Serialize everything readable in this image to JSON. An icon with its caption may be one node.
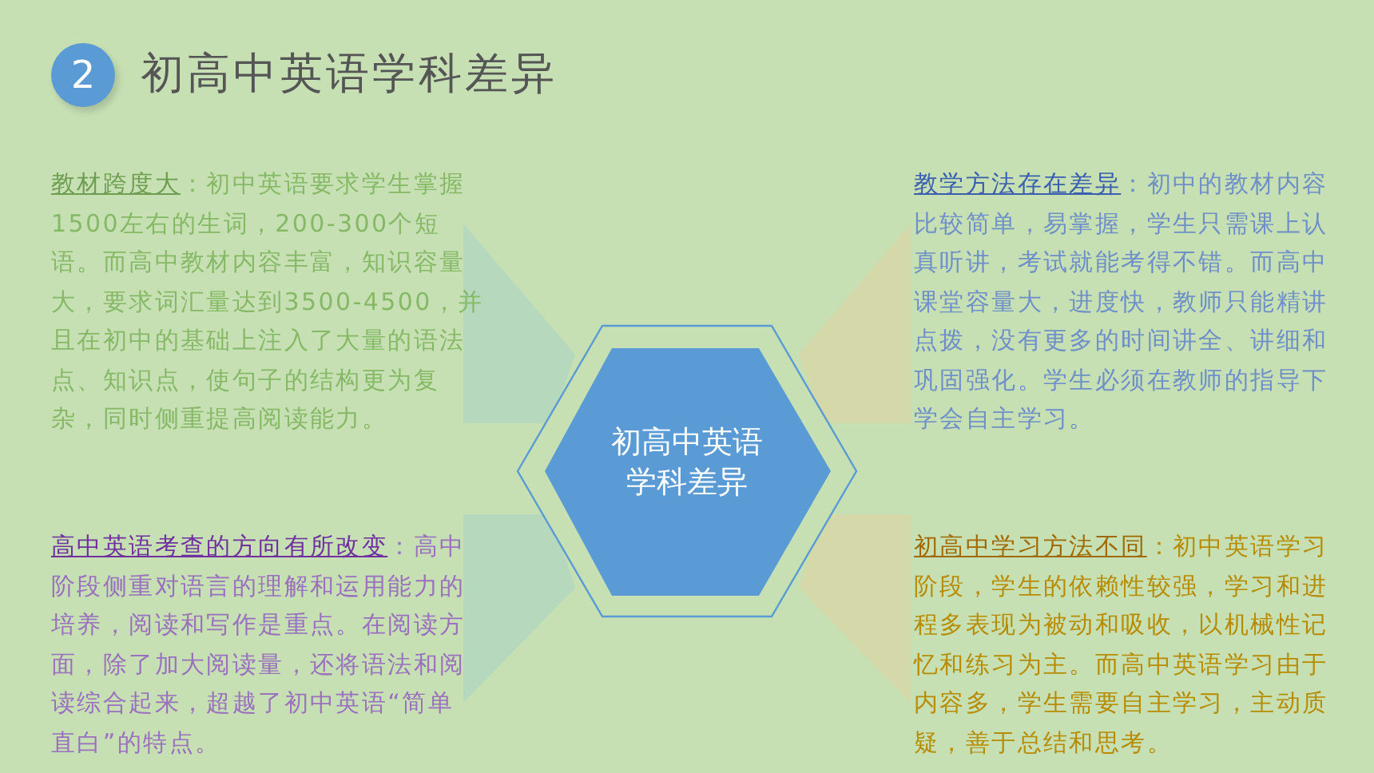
{
  "diagram": {
    "title": "初高中英语学科差异",
    "nodes": [
      {
        "text": [
          "初高中英语学科差异"
        ]
      }
    ],
    "edges": [],
    "labels": [
      "2",
      "**教材跨度大**：初中英语要求学生掌握1500左右的生词，200-300个短语。而高中教材内容丰富，知识容量大，要求词汇量达到3500-4500，并且在初中的基础上注入了大量的语法点、知识点，使句子的结构更为复杂，同时侧重提高阅读能力。",
      "**教学方法存在差异**：初中的教材内容比较简单，易掌握，学生只需课上认真听讲，考试就能考得不错。而高中课堂容量大，进度快，教师只能精讲点拨，没有更多的时间讲全、讲细和巩固强化。学生必须在教师的指导下学会自主学习。",
      "**高中英语考查的方向有所改变**：高中阶段侧重对语言的理解和运用能力的培养，阅读和写作是重点。在阅读方面，除了加大阅读量，还将语法和阅读综合起来，超越了初中英语“简单直白”的特点。",
      "**初高中学习方法不同**：初中英语学习阶段，学生的依赖性较强，学习和进程多表现为被动和吸收，以机械性记忆和练习为主。而高中英语学习由于内容多，学生需要自主学习，主动质疑，善于总结和思考。"
    ]
  }
}
